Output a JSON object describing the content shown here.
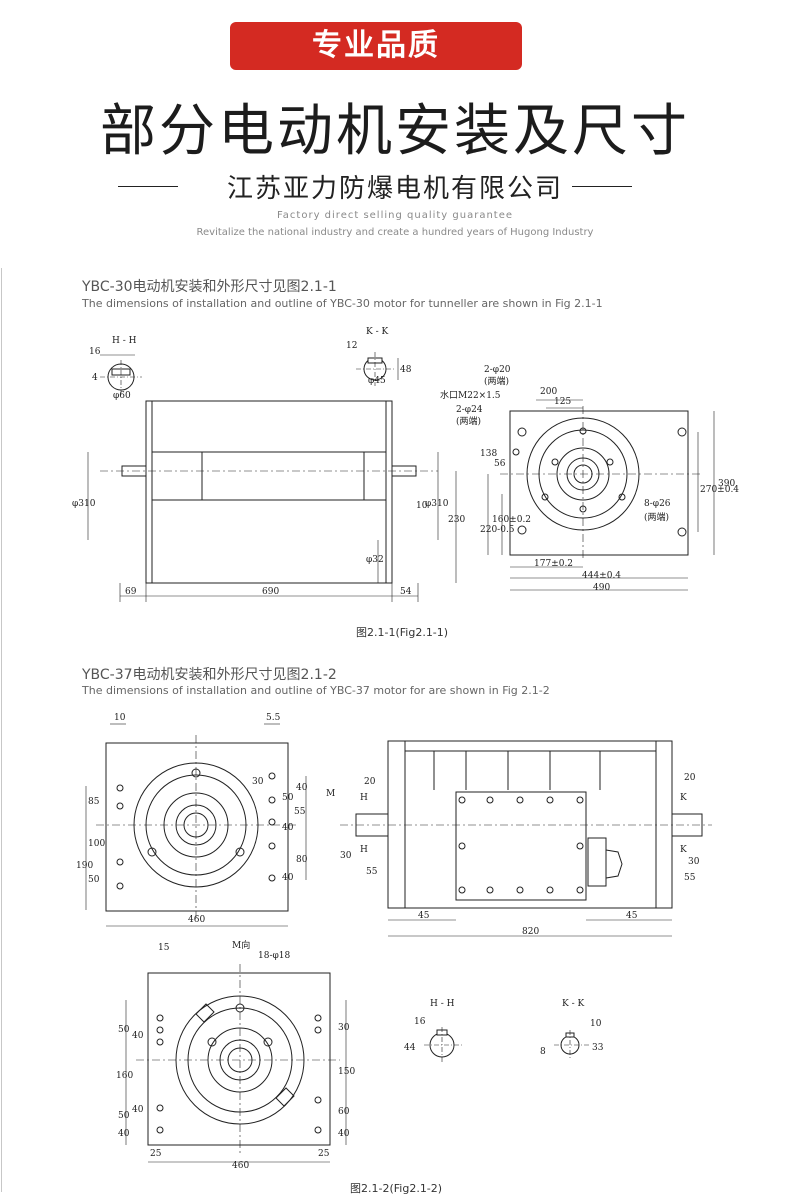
{
  "header": {
    "badge": "专业品质",
    "title": "部分电动机安装及尺寸",
    "company": "江苏亚力防爆电机有限公司",
    "tagline_1": "Factory direct selling quality guarantee",
    "tagline_2": "Revitalize the national industry and create a hundred years of Hugong Industry"
  },
  "section1": {
    "title_cn": "YBC-30电动机安装和外形尺寸见图2.1-1",
    "title_en": "The dimensions of installation and outline of YBC-30 motor for tunneller are shown in Fig 2.1-1",
    "caption": "图2.1-1(Fig2.1-1)",
    "labels": {
      "hh": "H - H",
      "kk": "K - K",
      "d16": "16",
      "d4": "4",
      "phi60": "φ60",
      "d12": "12",
      "d48": "48",
      "phi45": "φ45",
      "phi310a": "φ310",
      "phi310b": "φ310",
      "d10": "10",
      "d230": "230",
      "phi32": "φ32",
      "d69": "69",
      "d690": "690",
      "d54": "54",
      "h2phi20": "2-φ20",
      "liang1": "(两端)",
      "water": "水口M22×1.5",
      "h2phi24": "2-φ24",
      "liang2": "(两端)",
      "d200": "200",
      "d125": "125",
      "d138": "138",
      "d56": "56",
      "d220": "220-0.5",
      "d160": "160±0.2",
      "d270": "270±0.4",
      "d390": "390",
      "h8phi26": "8-φ26",
      "liang3": "(两端)",
      "d177": "177±0.2",
      "d444": "444±0.4",
      "d490": "490"
    }
  },
  "section2": {
    "title_cn": "YBC-37电动机安装和外形尺寸见图2.1-2",
    "title_en": "The dimensions of installation and outline of YBC-37 motor for are shown in Fig 2.1-2",
    "caption": "图2.1-2(Fig2.1-2)",
    "labels": {
      "d10": "10",
      "d55a": "5.5",
      "d85": "85",
      "d100": "100",
      "d190": "190",
      "d50a": "50",
      "d30a": "30",
      "d40a": "40",
      "d50b": "50",
      "d55b": "55",
      "d40b": "40",
      "d80": "80",
      "d40c": "40",
      "d460a": "460",
      "m": "M",
      "h1": "H",
      "h2": "H",
      "d20a": "20",
      "d30b": "30",
      "d55c": "55",
      "d20b": "20",
      "k1": "K",
      "k2": "K",
      "d30c": "30",
      "d55d": "55",
      "d45a": "45",
      "d45b": "45",
      "d820": "820",
      "d15": "15",
      "mdir": "M向",
      "h18phi18": "18-φ18",
      "d50c": "50",
      "d40d": "40",
      "d160": "160",
      "d40e": "40",
      "d50d": "50",
      "d40f": "40",
      "d30d": "30",
      "d150": "150",
      "d60": "60",
      "d40g": "40",
      "d25a": "25",
      "d460b": "460",
      "d25b": "25",
      "hh": "H - H",
      "d16": "16",
      "d44": "44",
      "kk": "K - K",
      "d10b": "10",
      "d8": "8",
      "d33": "33"
    }
  }
}
